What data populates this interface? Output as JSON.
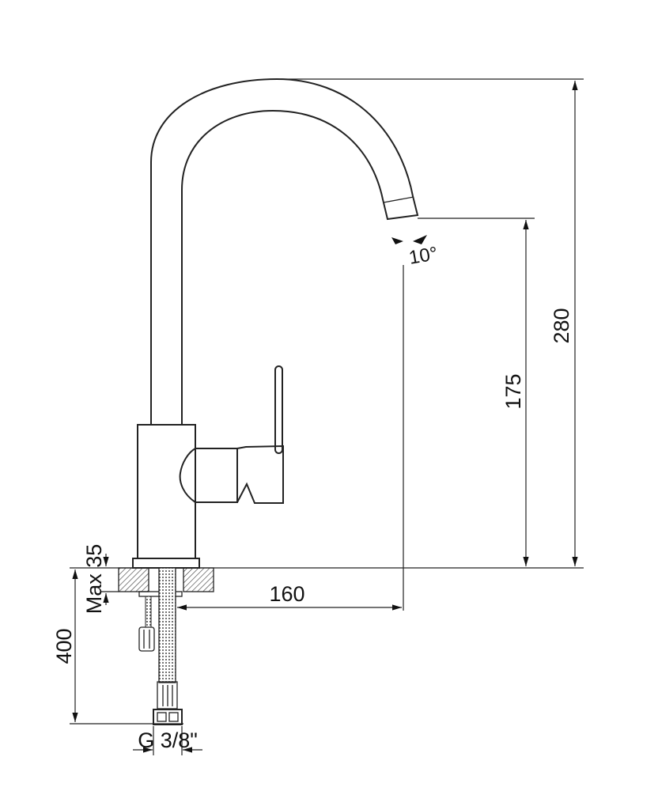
{
  "drawing": {
    "title": "Kitchen faucet dimension drawing",
    "labels": {
      "height_total": "280",
      "spout_height": "175",
      "spout_reach": "160",
      "hose_length": "400",
      "max_counter": "Max 35",
      "connection": "G 3/8\"",
      "swivel_angle": "10°"
    }
  }
}
